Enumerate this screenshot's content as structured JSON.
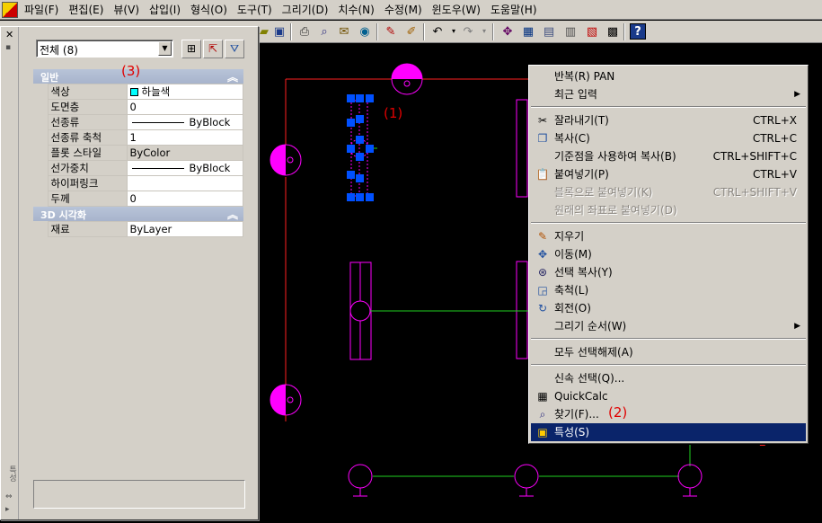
{
  "menubar": {
    "items": [
      "파일(F)",
      "편집(E)",
      "뷰(V)",
      "삽입(I)",
      "형식(O)",
      "도구(T)",
      "그리기(D)",
      "치수(N)",
      "수정(M)",
      "윈도우(W)",
      "도움말(H)"
    ]
  },
  "properties": {
    "selection": "전체 (8)",
    "category_general": "일반",
    "general_rows": [
      {
        "name": "색상",
        "value": "하늘색"
      },
      {
        "name": "도면층",
        "value": "0"
      },
      {
        "name": "선종류",
        "value": "ByBlock"
      },
      {
        "name": "선종류 축척",
        "value": "1"
      },
      {
        "name": "플롯 스타일",
        "value": "ByColor"
      },
      {
        "name": "선가중치",
        "value": "ByBlock"
      },
      {
        "name": "하이퍼링크",
        "value": ""
      },
      {
        "name": "두께",
        "value": "0"
      }
    ],
    "category_3d": "3D 시각화",
    "three_d_rows": [
      {
        "name": "재료",
        "value": "ByLayer"
      }
    ],
    "swatch_color": "#00ffff"
  },
  "annotations": {
    "a1": "(1)",
    "a2": "(2)",
    "a3": "(3)"
  },
  "context_menu": {
    "repeat_pan": "반복(R) PAN",
    "recent_input": "최근 입력",
    "cut": "잘라내기(T)",
    "cut_sc": "CTRL+X",
    "copy": "복사(C)",
    "copy_sc": "CTRL+C",
    "copy_base": "기준점을 사용하여 복사(B)",
    "copy_base_sc": "CTRL+SHIFT+C",
    "paste": "붙여넣기(P)",
    "paste_sc": "CTRL+V",
    "paste_block": "블록으로 붙여넣기(K)",
    "paste_block_sc": "CTRL+SHIFT+V",
    "paste_orig": "원래의 좌표로 붙여넣기(D)",
    "erase": "지우기",
    "move": "이동(M)",
    "copy_sel": "선택 복사(Y)",
    "scale": "축척(L)",
    "rotate": "회전(O)",
    "draw_order": "그리기 순서(W)",
    "deselect_all": "모두 선택해제(A)",
    "quick_select": "신속 선택(Q)...",
    "quickcalc": "QuickCalc",
    "find": "찾기(F)...",
    "properties": "특성(S)"
  },
  "colors": {
    "accent_highlight": "#0a246a",
    "drawing_red": "#ff2020",
    "drawing_green": "#20d020",
    "drawing_magenta": "#ff00ff",
    "grip_blue": "#0050ff",
    "annotation_red": "#e00000"
  }
}
